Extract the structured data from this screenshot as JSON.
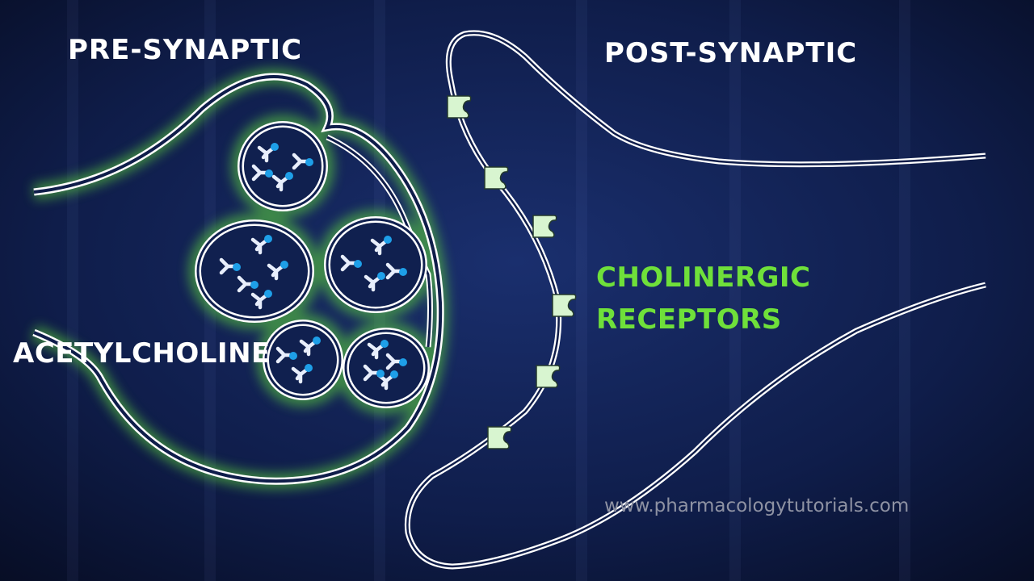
{
  "labels": {
    "pre_synaptic": "PRE-SYNAPTIC",
    "post_synaptic": "POST-SYNAPTIC",
    "acetylcholine": "ACETYLCHOLINE",
    "receptors_line1": "CHOLINERGIC",
    "receptors_line2": "RECEPTORS"
  },
  "website": "www.pharmacologytutorials.com",
  "colors": {
    "background": "#0b1433",
    "membrane": "#ffffff",
    "presynaptic_glow": "#5fd63a",
    "receptor": "#d8f5d0",
    "neurotransmitter_body": "#e8eefc",
    "neurotransmitter_dot": "#1e9fe8",
    "receptor_label": "#6fe03a"
  }
}
